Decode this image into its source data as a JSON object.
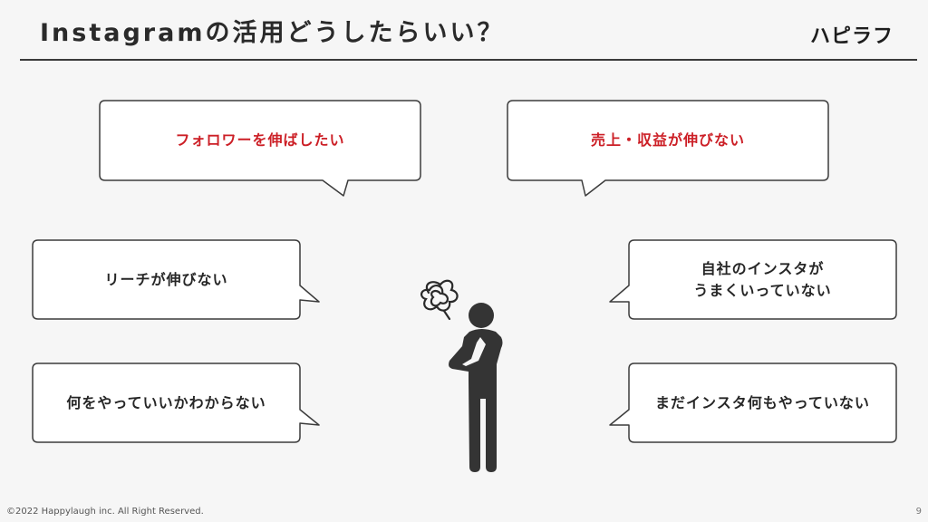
{
  "header": {
    "title": "Instagramの活用どうしたらいい？",
    "logo": "ハピラフ"
  },
  "bubbles": {
    "followers": "フォロワーを伸ばしたい",
    "sales": "売上・収益が伸びない",
    "reach": "リーチが伸びない",
    "own_line1": "自社のインスタが",
    "own_line2": "うまくいっていない",
    "what_to_do": "何をやっていいかわからない",
    "not_started": "まだインスタ何もやっていない"
  },
  "footer": {
    "copyright": "©2022 Happylaugh inc. All Right Reserved.",
    "page_number": "9"
  }
}
